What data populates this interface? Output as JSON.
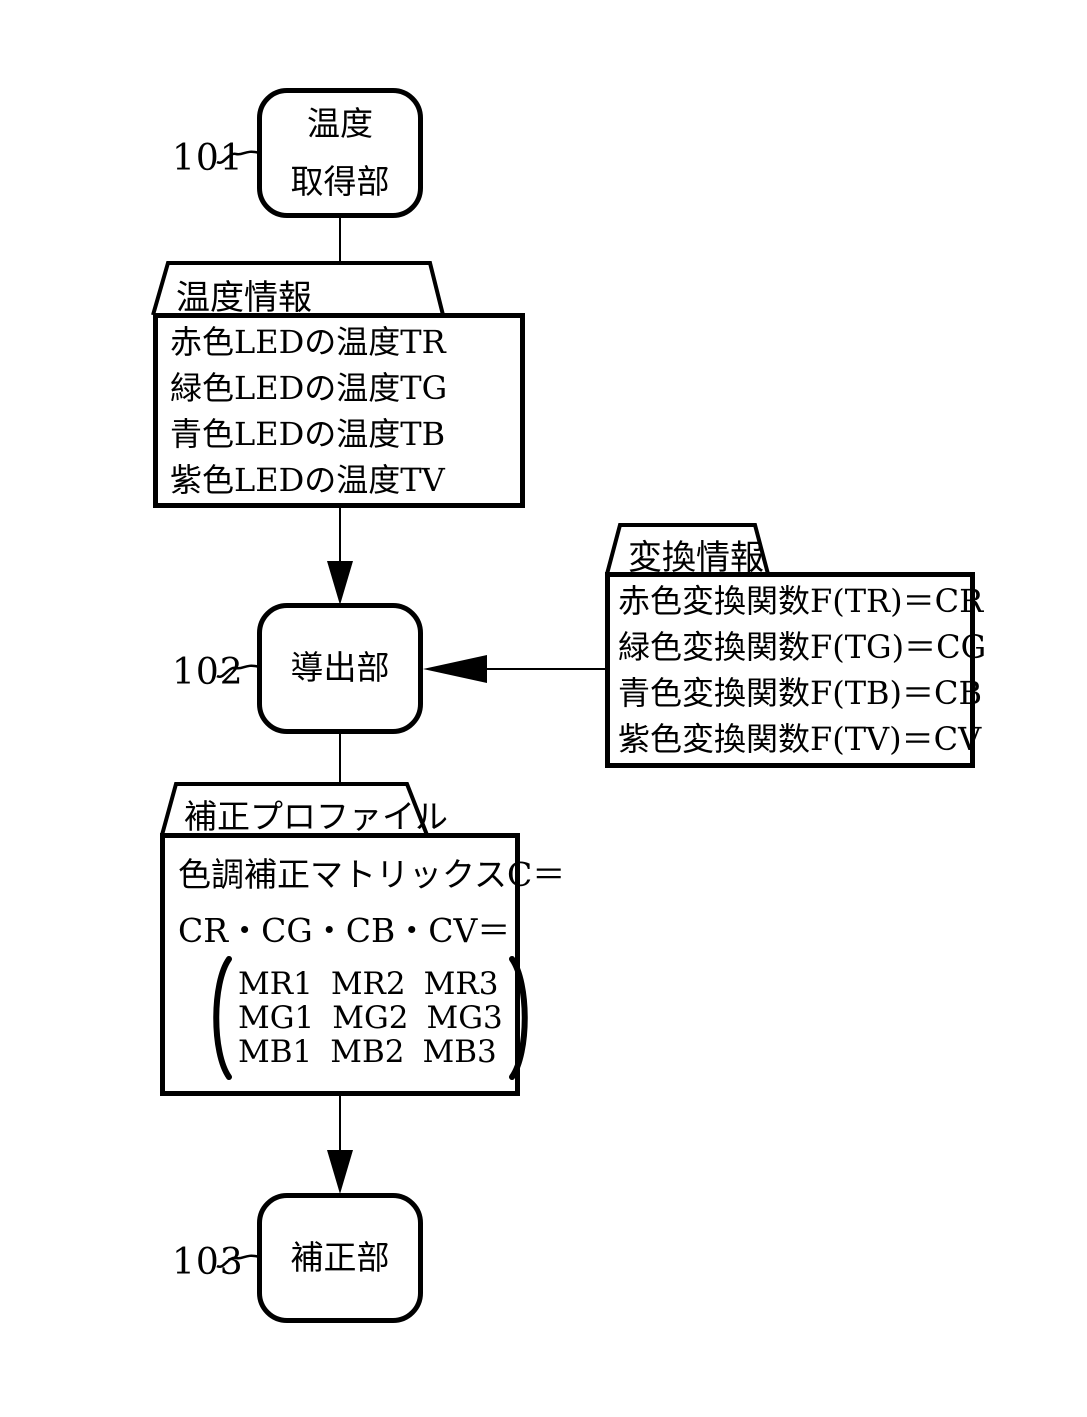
{
  "colors": {
    "background": "#ffffff",
    "ink": "#000000"
  },
  "nodes": {
    "acquisition": {
      "ref": "101",
      "line1": "温度",
      "line2": "取得部"
    },
    "derivation": {
      "ref": "102",
      "label": "導出部"
    },
    "correction": {
      "ref": "103",
      "label": "補正部"
    }
  },
  "temperature_info": {
    "tab": "温度情報",
    "lines": [
      "赤色LEDの温度TR",
      "緑色LEDの温度TG",
      "青色LEDの温度TB",
      "紫色LEDの温度TV"
    ]
  },
  "conversion_info": {
    "tab": "変換情報",
    "lines": [
      "赤色変換関数F(TR)＝CR",
      "緑色変換関数F(TG)＝CG",
      "青色変換関数F(TB)＝CB",
      "紫色変換関数F(TV)＝CV"
    ]
  },
  "correction_profile": {
    "tab": "補正プロファイル",
    "heading1": "色調補正マトリックスC＝",
    "heading2": "CR・CG・CB・CV＝",
    "matrix_rows": [
      [
        "MR1",
        "MR2",
        "MR3"
      ],
      [
        "MG1",
        "MG2",
        "MG3"
      ],
      [
        "MB1",
        "MB2",
        "MB3"
      ]
    ]
  }
}
